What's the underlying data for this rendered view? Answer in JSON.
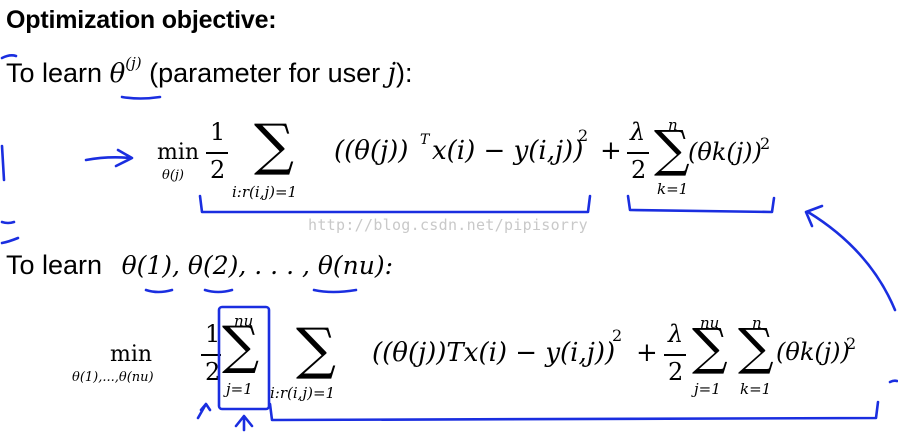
{
  "heading": "Optimization objective:",
  "line1": {
    "prefix": "To learn ",
    "var": "θ",
    "sup": "(j)",
    "suffix": " (parameter for user ",
    "user_var": "j",
    "end": "):"
  },
  "eq1": {
    "min_op": "min",
    "min_sub": "θ(j)",
    "half_num": "1",
    "half_den": "2",
    "sum_sym": "∑",
    "sum_sub": "i:r(i,j)=1",
    "body_a": "((θ(j))",
    "body_T": "T",
    "body_b": "x(i) − y(i,j))",
    "body_pow": "2",
    "plus": "+",
    "lam_num": "λ",
    "lam_den": "2",
    "reg_sum_sym": "∑",
    "reg_sum_top": "n",
    "reg_sum_sub": "k=1",
    "reg_body": "(θk(j))",
    "reg_pow": "2"
  },
  "watermark": "http://blog.csdn.net/pipisorry",
  "line2": {
    "prefix": "To learn ",
    "vars": "θ(1), θ(2), . . . , θ(nu):"
  },
  "eq2": {
    "min_op": "min",
    "min_sub": "θ(1),...,θ(nu)",
    "half_num": "1",
    "half_den": "2",
    "outer_sum_sym": "∑",
    "outer_sum_top": "nu",
    "outer_sum_sub": "j=1",
    "inner_sum_sym": "∑",
    "inner_sum_sub": "i:r(i,j)=1",
    "body": "((θ(j))Tx(i) − y(i,j))",
    "body_pow": "2",
    "plus": "+",
    "lam_num": "λ",
    "lam_den": "2",
    "reg_sum1_sym": "∑",
    "reg_sum1_top": "nu",
    "reg_sum1_sub": "j=1",
    "reg_sum2_sym": "∑",
    "reg_sum2_top": "n",
    "reg_sum2_sub": "k=1",
    "reg_body": "(θk(j))",
    "reg_pow": "2"
  },
  "colors": {
    "ink": "#000000",
    "annotation_blue": "#1a2ee0",
    "watermark": "#c9c9c9"
  }
}
